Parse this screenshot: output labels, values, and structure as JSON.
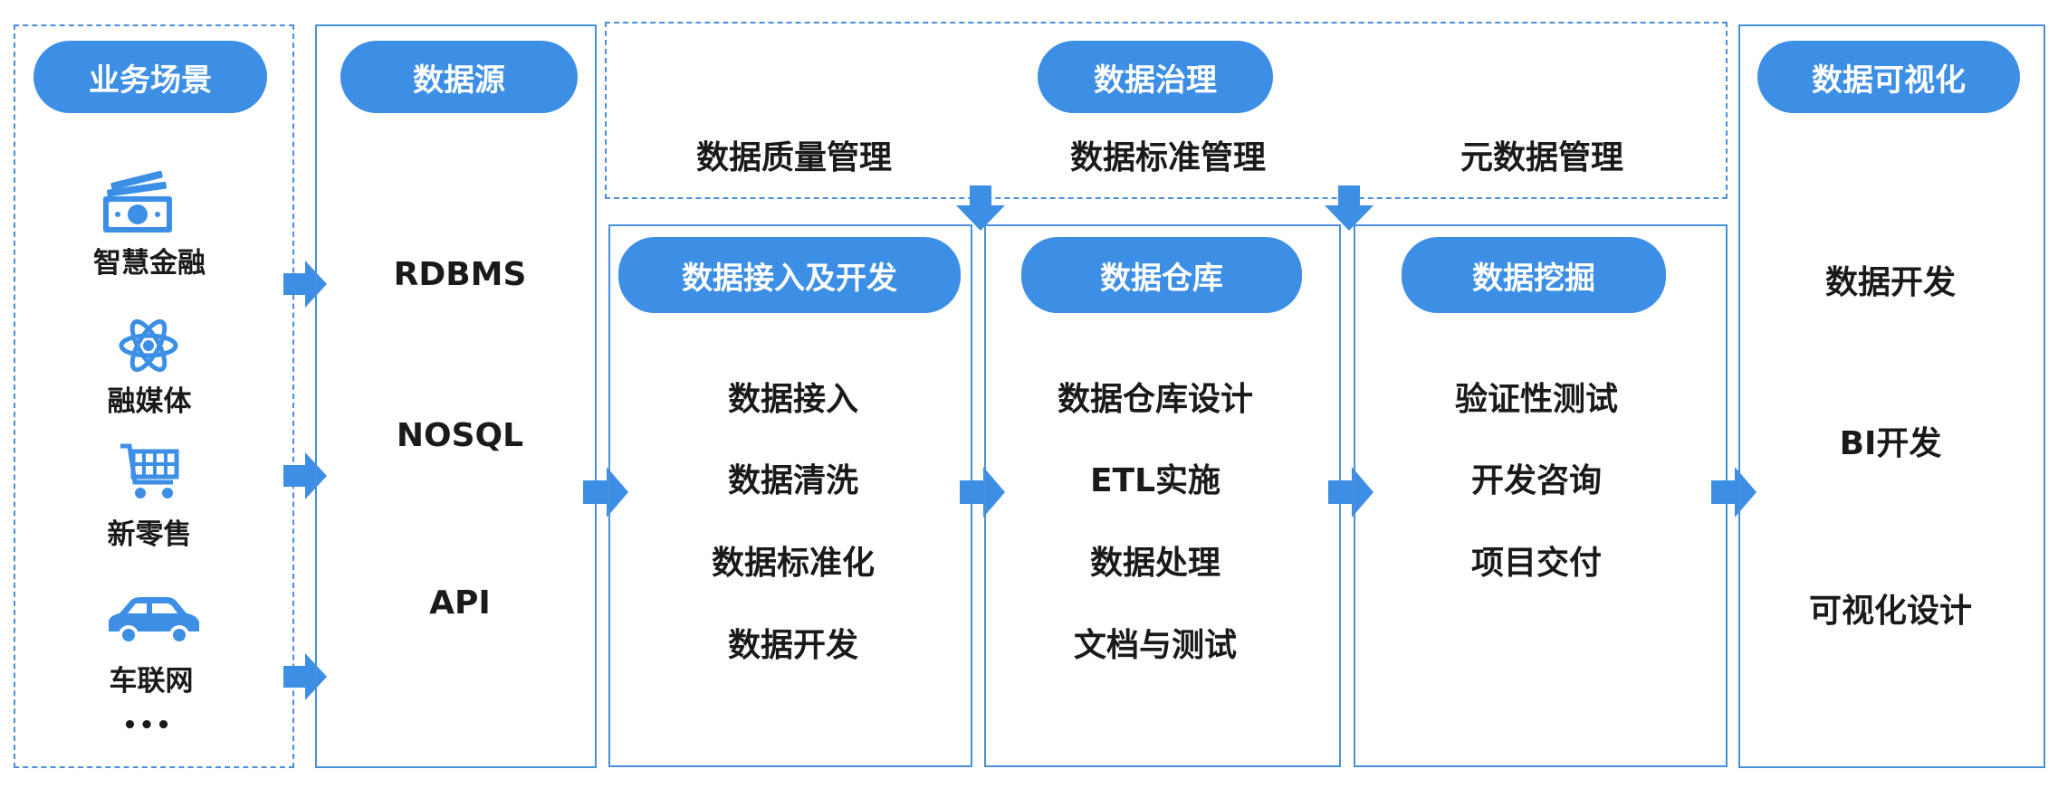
{
  "scenarios": {
    "title": "业务场景",
    "items": [
      {
        "label": "智慧金融",
        "icon": "money-icon"
      },
      {
        "label": "融媒体",
        "icon": "atom-icon"
      },
      {
        "label": "新零售",
        "icon": "cart-icon"
      },
      {
        "label": "车联网",
        "icon": "car-icon"
      }
    ],
    "more": "•••"
  },
  "sources": {
    "title": "数据源",
    "items": [
      "RDBMS",
      "NOSQL",
      "API"
    ]
  },
  "governance": {
    "title": "数据治理",
    "items": [
      "数据质量管理",
      "数据标准管理",
      "元数据管理"
    ]
  },
  "ingest": {
    "title": "数据接入及开发",
    "items": [
      "数据接入",
      "数据清洗",
      "数据标准化",
      "数据开发"
    ]
  },
  "warehouse": {
    "title": "数据仓库",
    "items": [
      "数据仓库设计",
      "ETL实施",
      "数据处理",
      "文档与测试"
    ]
  },
  "mining": {
    "title": "数据挖掘",
    "items": [
      "验证性测试",
      "开发咨询",
      "项目交付"
    ]
  },
  "visual": {
    "title": "数据可视化",
    "items": [
      "数据开发",
      "BI开发",
      "可视化设计"
    ]
  },
  "colors": {
    "accent": "#3d8fe6",
    "border": "#4a90d9"
  }
}
